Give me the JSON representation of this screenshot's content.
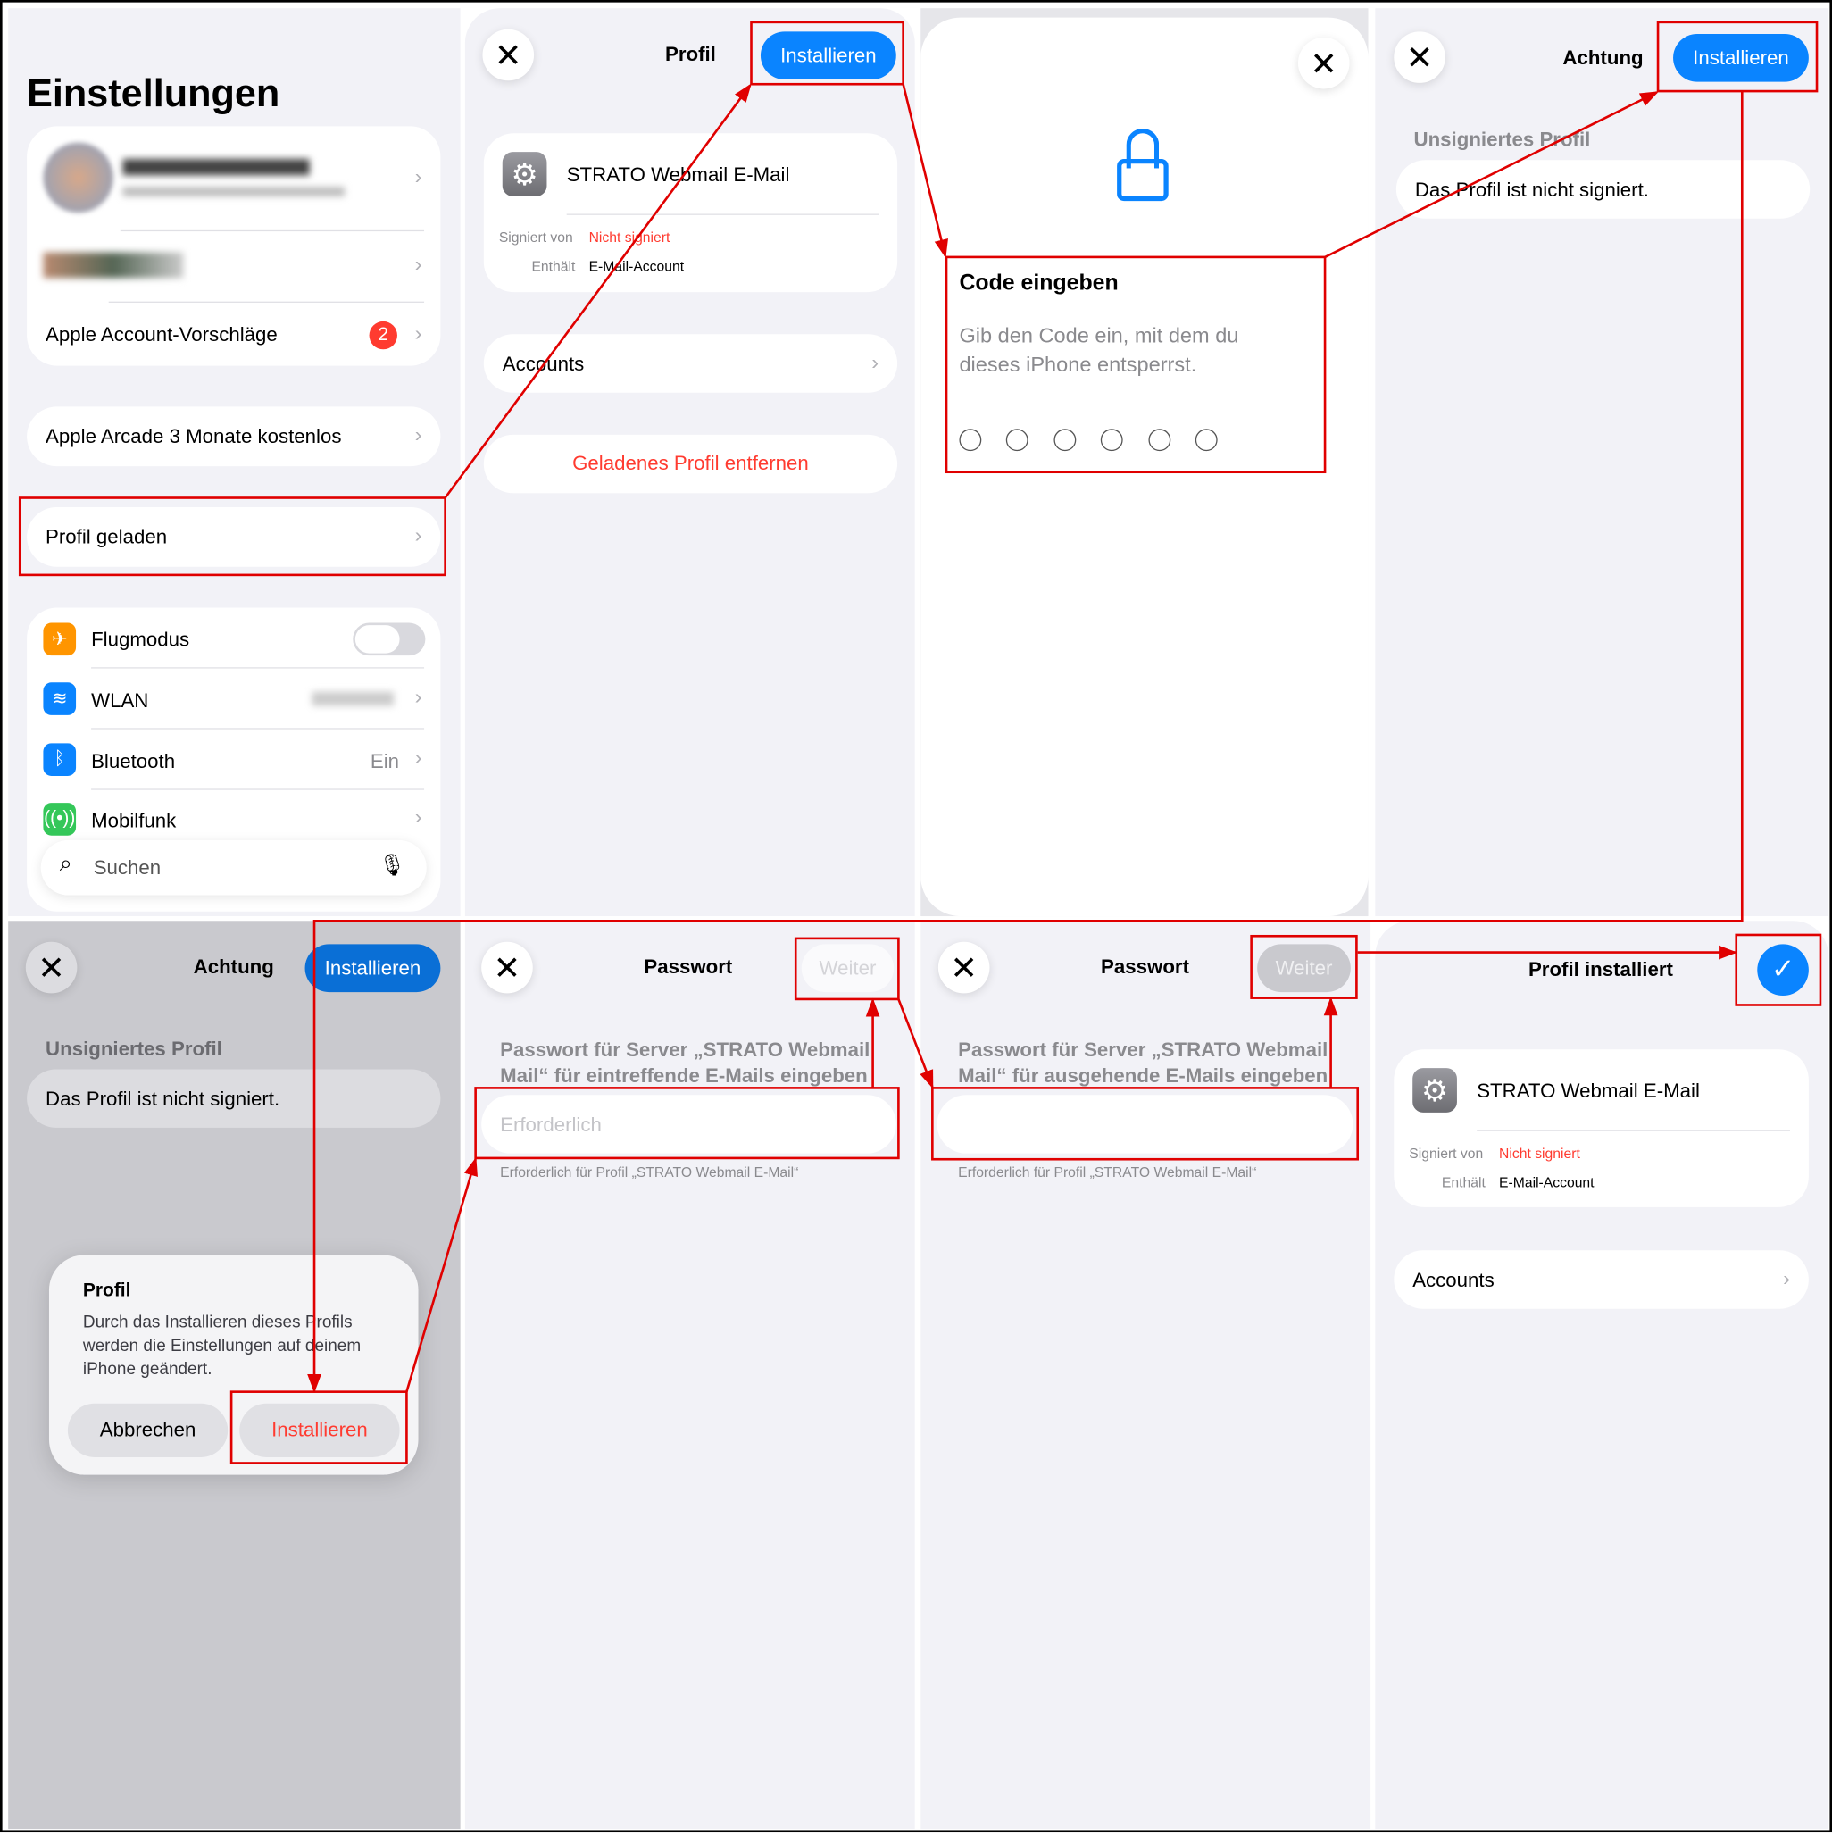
{
  "settings": {
    "title": "Einstellungen",
    "account_suggestions": "Apple Account-Vorschläge",
    "badge": "2",
    "arcade": "Apple Arcade 3 Monate kostenlos",
    "profile_loaded": "Profil geladen",
    "rows": [
      {
        "label": "Flugmodus",
        "icon": "airplane-icon",
        "color": "#ff9500"
      },
      {
        "label": "WLAN",
        "icon": "wifi-icon",
        "color": "#0a84ff"
      },
      {
        "label": "Bluetooth",
        "icon": "bluetooth-icon",
        "color": "#0a84ff",
        "value": "Ein"
      },
      {
        "label": "Mobilfunk",
        "icon": "antenna-icon",
        "color": "#34c759"
      }
    ],
    "search_placeholder": "Suchen"
  },
  "profile": {
    "title": "Profil",
    "install": "Installieren",
    "name": "STRATO Webmail E-Mail",
    "signed_by_label": "Signiert von",
    "signed_by_value": "Nicht signiert",
    "contains_label": "Enthält",
    "contains_value": "E-Mail-Account",
    "accounts": "Accounts",
    "remove": "Geladenes Profil entfernen"
  },
  "passcode": {
    "title": "Code eingeben",
    "text": "Gib den Code ein, mit dem du dieses iPhone entsperrst."
  },
  "warning": {
    "title": "Achtung",
    "install": "Installieren",
    "section": "Unsigniertes Profil",
    "text": "Das Profil ist nicht signiert."
  },
  "alert": {
    "title": "Profil",
    "message": "Durch das Installieren dieses Profils werden die Einstellungen auf deinem iPhone geändert.",
    "cancel": "Abbrechen",
    "install": "Installieren"
  },
  "password_in": {
    "title": "Passwort",
    "next": "Weiter",
    "prompt": "Passwort für Server „STRATO Webmail Mail“ für eintreffende E-Mails eingeben",
    "placeholder": "Erforderlich",
    "footnote": "Erforderlich für Profil „STRATO Webmail E-Mail“"
  },
  "password_out": {
    "title": "Passwort",
    "next": "Weiter",
    "prompt": "Passwort für Server „STRATO Webmail Mail“ für ausgehende E-Mails eingeben",
    "footnote": "Erforderlich für Profil „STRATO Webmail E-Mail“"
  },
  "installed": {
    "title": "Profil installiert",
    "name": "STRATO Webmail E-Mail",
    "signed_by_label": "Signiert von",
    "signed_by_value": "Nicht signiert",
    "contains_label": "Enthält",
    "contains_value": "E-Mail-Account",
    "accounts": "Accounts"
  },
  "colors": {
    "accent": "#0a84ff",
    "annotation": "#e00000",
    "destructive": "#ff3b30"
  }
}
